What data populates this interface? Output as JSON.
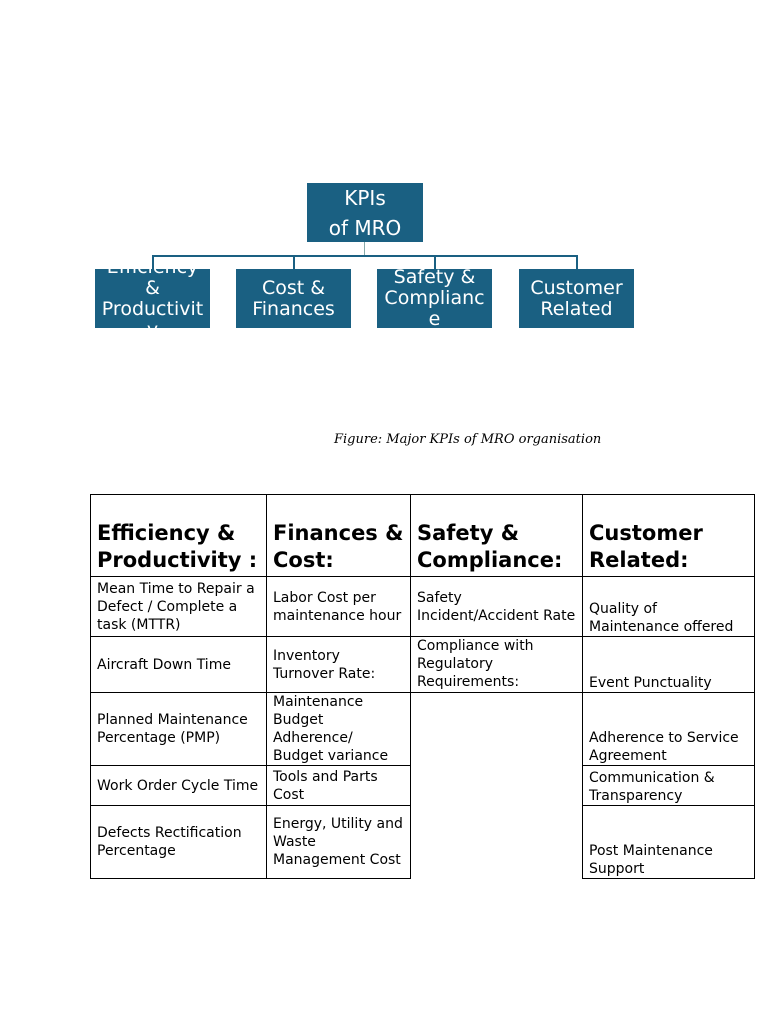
{
  "org_chart": {
    "root": "KPIs\nof MRO",
    "children": [
      "Efficiency\n&\nProductivit\ny",
      "Cost &\nFinances",
      "Safety &\nComplianc\ne",
      "Customer\nRelated"
    ],
    "color": "#1a6082"
  },
  "caption": "Figure: Major KPIs of MRO organisation",
  "table": {
    "headers": [
      "Efficiency & Productivity :",
      "Finances & Cost:",
      "Safety & Compliance:",
      "Customer Related:"
    ],
    "rows": [
      [
        "Mean Time to Repair a Defect / Complete a task (MTTR)",
        "Labor Cost per maintenance hour",
        "Safety Incident/Accident Rate",
        " Quality of Maintenance offered"
      ],
      [
        "Aircraft Down Time",
        "Inventory Turnover Rate:",
        "Compliance with Regulatory Requirements:",
        "Event Punctuality"
      ],
      [
        "Planned Maintenance Percentage (PMP)",
        "Maintenance Budget Adherence/ Budget variance",
        "",
        "Adherence to Service Agreement"
      ],
      [
        "Work Order Cycle Time",
        "Tools and Parts Cost",
        "",
        "Communication & Transparency"
      ],
      [
        "Defects Rectification Percentage",
        "Energy, Utility and Waste Management Cost",
        "",
        "Post Maintenance Support"
      ]
    ]
  }
}
